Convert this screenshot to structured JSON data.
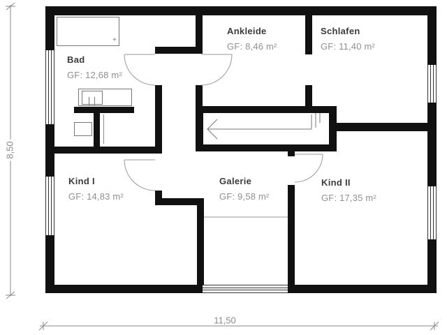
{
  "plan": {
    "rooms": [
      {
        "name": "Bad",
        "area": "GF: 12,68 m²"
      },
      {
        "name": "Ankleide",
        "area": "GF: 8,46 m²"
      },
      {
        "name": "Schlafen",
        "area": "GF: 11,40 m²"
      },
      {
        "name": "Kind I",
        "area": "GF: 14,83 m²"
      },
      {
        "name": "Galerie",
        "area": "GF: 9,58 m²"
      },
      {
        "name": "Kind II",
        "area": "GF: 17,35 m²"
      }
    ],
    "dimensions": {
      "width": "11,50",
      "height": "8,50"
    },
    "bathtub_mark": "+",
    "colors": {
      "wall": "#111111",
      "thin_line": "#8a8a8a",
      "room_name": "#3b3b3b",
      "area_text": "#8f8f8f"
    }
  }
}
